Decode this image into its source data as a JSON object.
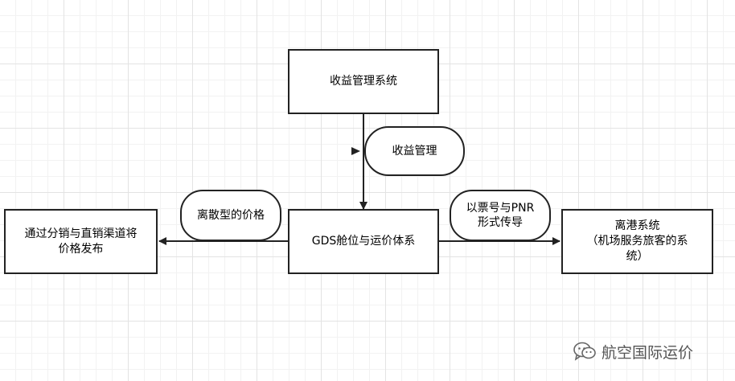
{
  "nodes": {
    "revenue_mgmt": "收益管理系统",
    "gds": "GDS舱位与运价体系",
    "distribution": "通过分销与直销渠道将\n价格发布",
    "departure": "离港系统\n（机场服务旅客的系\n统）"
  },
  "labels": {
    "revenue": "收益管理",
    "discrete": "离散型的价格",
    "ticket": "以票号与PNR\n形式传导"
  },
  "watermark": {
    "icon": "wechat-icon",
    "text": "航空国际运价"
  }
}
